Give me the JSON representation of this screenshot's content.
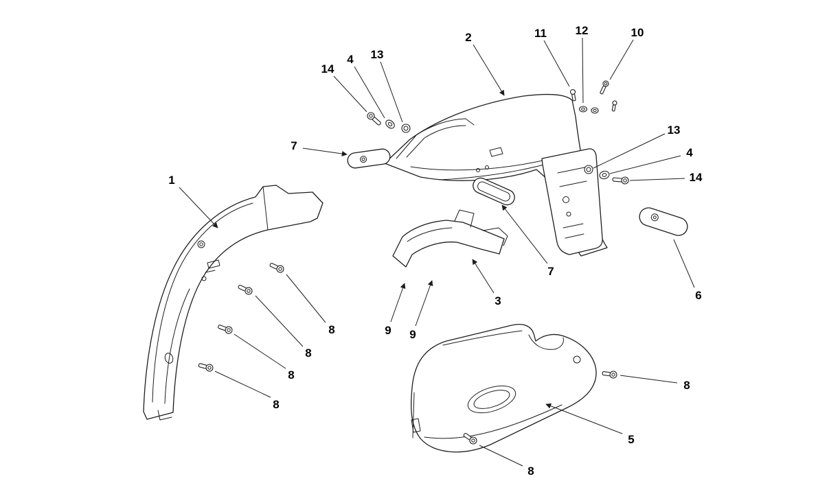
{
  "theme": {
    "background": "#ffffff",
    "ink": "#1d1d1d",
    "label_color": "#000000"
  },
  "diagram": {
    "kind": "exploded-parts-diagram",
    "part_numbers_shown": [
      "1",
      "2",
      "3",
      "4",
      "5",
      "6",
      "7",
      "8",
      "9",
      "10",
      "11",
      "12",
      "13",
      "14"
    ],
    "callouts": [
      {
        "label": "14"
      },
      {
        "label": "4"
      },
      {
        "label": "13"
      },
      {
        "label": "2"
      },
      {
        "label": "11"
      },
      {
        "label": "12"
      },
      {
        "label": "10"
      },
      {
        "label": "7"
      },
      {
        "label": "13"
      },
      {
        "label": "4"
      },
      {
        "label": "14"
      },
      {
        "label": "1"
      },
      {
        "label": "7"
      },
      {
        "label": "3"
      },
      {
        "label": "6"
      },
      {
        "label": "9"
      },
      {
        "label": "9"
      },
      {
        "label": "8"
      },
      {
        "label": "8"
      },
      {
        "label": "8"
      },
      {
        "label": "8"
      },
      {
        "label": "8"
      },
      {
        "label": "5"
      },
      {
        "label": "8"
      }
    ]
  }
}
